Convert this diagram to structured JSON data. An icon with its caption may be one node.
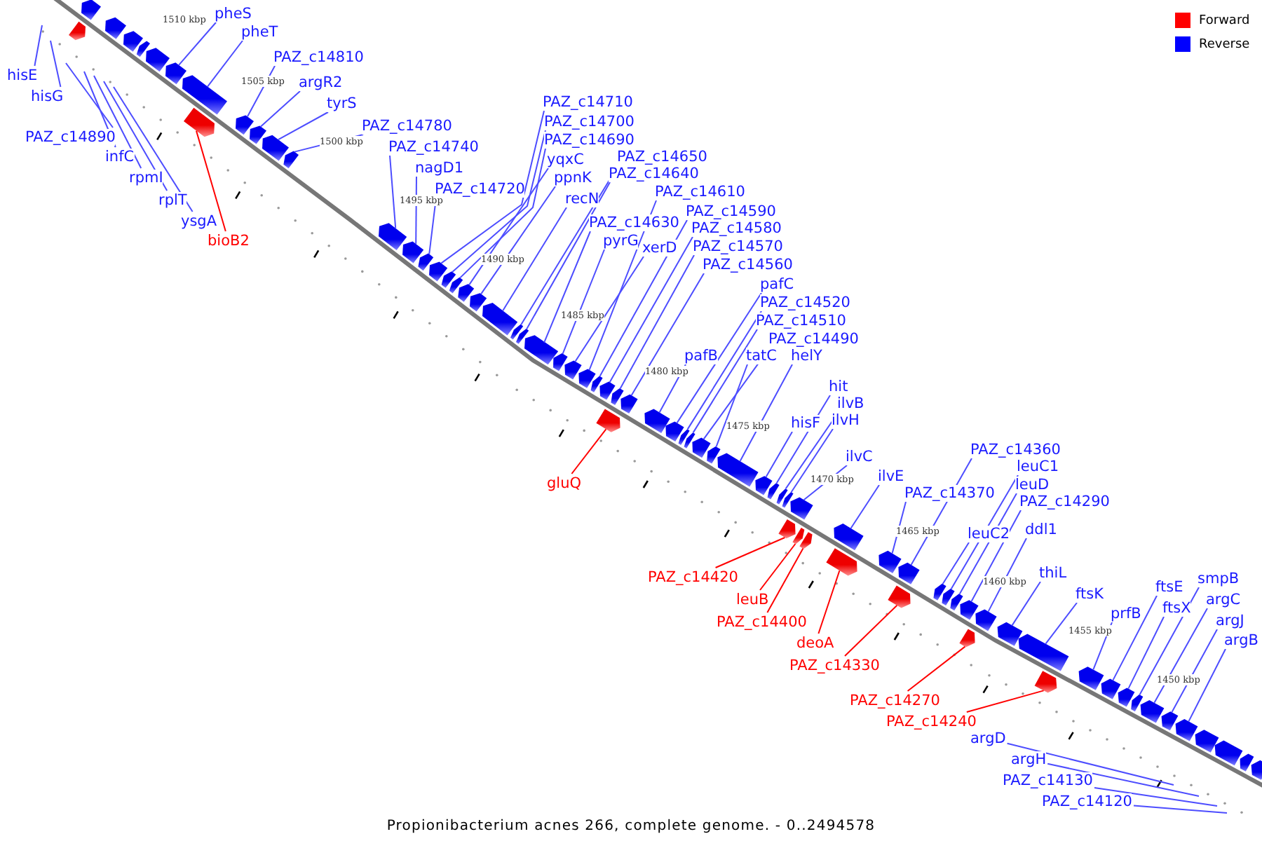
{
  "diagram": {
    "caption": "Propionibacterium acnes 266, complete genome. - 0..2494578",
    "nodes": [
      {
        "text": [
          "hisE"
        ]
      },
      {
        "text": [
          "hisG"
        ]
      },
      {
        "text": [
          "PAZ_c14890"
        ]
      },
      {
        "text": [
          "infC"
        ]
      },
      {
        "text": [
          "rpmI"
        ]
      },
      {
        "text": [
          "rplT"
        ]
      },
      {
        "text": [
          "ysgA"
        ]
      },
      {
        "text": [
          "pheS"
        ]
      },
      {
        "text": [
          "pheT"
        ]
      },
      {
        "text": [
          "bioB2"
        ]
      },
      {
        "text": [
          "PAZ_c14810"
        ]
      },
      {
        "text": [
          "argR2"
        ]
      },
      {
        "text": [
          "tyrS"
        ]
      },
      {
        "text": [
          "PAZ_c14780"
        ]
      },
      {
        "text": [
          "PAZ_c14740"
        ]
      },
      {
        "text": [
          "nagD1"
        ]
      },
      {
        "text": [
          "PAZ_c14720"
        ]
      },
      {
        "text": [
          "PAZ_c14710"
        ]
      },
      {
        "text": [
          "PAZ_c14700"
        ]
      },
      {
        "text": [
          "PAZ_c14690"
        ]
      },
      {
        "text": [
          "yqxC"
        ]
      },
      {
        "text": [
          "ppnK"
        ]
      },
      {
        "text": [
          "recN"
        ]
      },
      {
        "text": [
          "PAZ_c14650"
        ]
      },
      {
        "text": [
          "PAZ_c14640"
        ]
      },
      {
        "text": [
          "PAZ_c14630"
        ]
      },
      {
        "text": [
          "pyrG"
        ]
      },
      {
        "text": [
          "xerD"
        ]
      },
      {
        "text": [
          "PAZ_c14610"
        ]
      },
      {
        "text": [
          "PAZ_c14590"
        ]
      },
      {
        "text": [
          "PAZ_c14580"
        ]
      },
      {
        "text": [
          "PAZ_c14570"
        ]
      },
      {
        "text": [
          "PAZ_c14560"
        ]
      },
      {
        "text": [
          "gluQ"
        ]
      },
      {
        "text": [
          "pafB"
        ]
      },
      {
        "text": [
          "pafC"
        ]
      },
      {
        "text": [
          "PAZ_c14520"
        ]
      },
      {
        "text": [
          "PAZ_c14510"
        ]
      },
      {
        "text": [
          "PAZ_c14490"
        ]
      },
      {
        "text": [
          "tatC"
        ]
      },
      {
        "text": [
          "helY"
        ]
      },
      {
        "text": [
          "hisF"
        ]
      },
      {
        "text": [
          "hit"
        ]
      },
      {
        "text": [
          "ilvB"
        ]
      },
      {
        "text": [
          "ilvH"
        ]
      },
      {
        "text": [
          "ilvC"
        ]
      },
      {
        "text": [
          "ilvE"
        ]
      },
      {
        "text": [
          "PAZ_c14420"
        ]
      },
      {
        "text": [
          "leuB"
        ]
      },
      {
        "text": [
          "PAZ_c14400"
        ]
      },
      {
        "text": [
          "deoA"
        ]
      },
      {
        "text": [
          "PAZ_c14370"
        ]
      },
      {
        "text": [
          "PAZ_c14360"
        ]
      },
      {
        "text": [
          "PAZ_c14330"
        ]
      },
      {
        "text": [
          "leuC2"
        ]
      },
      {
        "text": [
          "leuC1"
        ]
      },
      {
        "text": [
          "leuD"
        ]
      },
      {
        "text": [
          "PAZ_c14290"
        ]
      },
      {
        "text": [
          "ddl1"
        ]
      },
      {
        "text": [
          "PAZ_c14270"
        ]
      },
      {
        "text": [
          "thiL"
        ]
      },
      {
        "text": [
          "ftsK"
        ]
      },
      {
        "text": [
          "PAZ_c14240"
        ]
      },
      {
        "text": [
          "prfB"
        ]
      },
      {
        "text": [
          "ftsE"
        ]
      },
      {
        "text": [
          "ftsX"
        ]
      },
      {
        "text": [
          "smpB"
        ]
      },
      {
        "text": [
          "argC"
        ]
      },
      {
        "text": [
          "argJ"
        ]
      },
      {
        "text": [
          "argB"
        ]
      },
      {
        "text": [
          "argD"
        ]
      },
      {
        "text": [
          "argH"
        ]
      },
      {
        "text": [
          "PAZ_c14130"
        ]
      },
      {
        "text": [
          "PAZ_c14120"
        ]
      },
      {
        "text": [],
        "shape": "arrow"
      },
      {
        "text": [],
        "shape": "arrow"
      },
      {
        "text": [],
        "shape": "arrow"
      },
      {
        "text": [],
        "shape": "arrow"
      },
      {
        "text": [],
        "shape": "arrow"
      },
      {
        "text": [],
        "shape": "arrow"
      },
      {
        "text": [],
        "shape": "arrow"
      },
      {
        "text": [],
        "shape": "arrow"
      },
      {
        "text": [],
        "shape": "arrow"
      },
      {
        "text": [],
        "shape": "arrow"
      },
      {
        "text": [],
        "shape": "arrow"
      },
      {
        "text": [],
        "shape": "arrow"
      },
      {
        "text": [],
        "shape": "arrow"
      },
      {
        "text": [],
        "shape": "arrow"
      },
      {
        "text": [],
        "shape": "arrow"
      },
      {
        "text": [],
        "shape": "arrow"
      },
      {
        "text": [],
        "shape": "arrow"
      },
      {
        "text": [],
        "shape": "arrow"
      },
      {
        "text": [],
        "shape": "arrow"
      },
      {
        "text": [],
        "shape": "arrow"
      },
      {
        "text": [],
        "shape": "arrow"
      },
      {
        "text": [],
        "shape": "arrow"
      },
      {
        "text": [],
        "shape": "arrow"
      },
      {
        "text": [],
        "shape": "arrow"
      },
      {
        "text": [],
        "shape": "arrow"
      },
      {
        "text": [],
        "shape": "arrow"
      },
      {
        "text": [],
        "shape": "arrow"
      },
      {
        "text": [],
        "shape": "arrow"
      },
      {
        "text": [],
        "shape": "arrow"
      },
      {
        "text": [],
        "shape": "arrow"
      },
      {
        "text": [],
        "shape": "arrow"
      },
      {
        "text": [],
        "shape": "arrow"
      },
      {
        "text": [],
        "shape": "arrow"
      },
      {
        "text": [],
        "shape": "arrow"
      },
      {
        "text": [],
        "shape": "arrow"
      },
      {
        "text": [],
        "shape": "arrow"
      },
      {
        "text": [],
        "shape": "arrow"
      },
      {
        "text": [],
        "shape": "arrow"
      },
      {
        "text": [],
        "shape": "arrow"
      },
      {
        "text": [],
        "shape": "arrow"
      },
      {
        "text": [],
        "shape": "arrow"
      },
      {
        "text": [],
        "shape": "arrow"
      },
      {
        "text": [],
        "shape": "arrow"
      },
      {
        "text": [],
        "shape": "arrow"
      },
      {
        "text": [],
        "shape": "arrow"
      },
      {
        "text": [],
        "shape": "arrow"
      },
      {
        "text": [],
        "shape": "arrow"
      },
      {
        "text": [],
        "shape": "arrow"
      },
      {
        "text": [],
        "shape": "arrow"
      },
      {
        "text": [],
        "shape": "arrow"
      },
      {
        "text": [],
        "shape": "arrow"
      },
      {
        "text": [],
        "shape": "arrow"
      },
      {
        "text": [],
        "shape": "arrow"
      },
      {
        "text": [],
        "shape": "arrow"
      },
      {
        "text": [],
        "shape": "arrow"
      },
      {
        "text": [],
        "shape": "arrow"
      },
      {
        "text": [],
        "shape": "arrow"
      },
      {
        "text": [],
        "shape": "arrow"
      },
      {
        "text": [],
        "shape": "arrow"
      },
      {
        "text": [],
        "shape": "arrow"
      },
      {
        "text": [],
        "shape": "arrow"
      },
      {
        "text": [],
        "shape": "arrow"
      },
      {
        "text": [],
        "shape": "arrow"
      },
      {
        "text": [],
        "shape": "arrow"
      },
      {
        "text": [],
        "shape": "arrow"
      },
      {
        "text": [],
        "shape": "arrow"
      },
      {
        "text": [],
        "shape": "arrow"
      },
      {
        "text": [],
        "shape": "arrow"
      },
      {
        "text": [],
        "shape": "arrow"
      },
      {
        "text": [],
        "shape": "arrow"
      },
      {
        "text": [],
        "shape": "arrow"
      },
      {
        "text": [],
        "shape": "arrow"
      },
      {
        "text": [],
        "shape": "arrow"
      }
    ],
    "edges": [
      {
        "from": 0,
        "to": null,
        "arrow": "none"
      },
      {
        "from": 1,
        "to": null,
        "arrow": "none"
      },
      {
        "from": 2,
        "to": null,
        "arrow": "none"
      },
      {
        "from": 3,
        "to": null,
        "arrow": "none"
      },
      {
        "from": 4,
        "to": null,
        "arrow": "none"
      },
      {
        "from": 5,
        "to": null,
        "arrow": "none"
      },
      {
        "from": 6,
        "to": null,
        "arrow": "none"
      },
      {
        "from": 7,
        "to": 80,
        "arrow": "none"
      },
      {
        "from": 8,
        "to": 81,
        "arrow": "none"
      },
      {
        "from": 9,
        "to": 82,
        "arrow": "none",
        "color": "#ff0000"
      },
      {
        "from": 10,
        "to": 83,
        "arrow": "none"
      },
      {
        "from": 11,
        "to": 84,
        "arrow": "none"
      },
      {
        "from": 12,
        "to": 85,
        "arrow": "none"
      },
      {
        "from": 13,
        "to": 86,
        "arrow": "none"
      },
      {
        "from": 14,
        "to": 87,
        "arrow": "none"
      },
      {
        "from": 15,
        "to": 88,
        "arrow": "none"
      },
      {
        "from": 16,
        "to": 89,
        "arrow": "none"
      },
      {
        "from": 17,
        "to": 90,
        "arrow": "none"
      },
      {
        "from": 18,
        "to": 91,
        "arrow": "none"
      },
      {
        "from": 19,
        "to": 92,
        "arrow": "none"
      },
      {
        "from": 20,
        "to": 93,
        "arrow": "none"
      },
      {
        "from": 21,
        "to": 94,
        "arrow": "none"
      },
      {
        "from": 22,
        "to": 95,
        "arrow": "none"
      },
      {
        "from": 23,
        "to": 96,
        "arrow": "none"
      },
      {
        "from": 24,
        "to": 97,
        "arrow": "none"
      },
      {
        "from": 25,
        "to": 98,
        "arrow": "none"
      },
      {
        "from": 26,
        "to": 99,
        "arrow": "none"
      },
      {
        "from": 27,
        "to": 100,
        "arrow": "none"
      },
      {
        "from": 28,
        "to": 101,
        "arrow": "none"
      },
      {
        "from": 29,
        "to": 102,
        "arrow": "none"
      },
      {
        "from": 30,
        "to": 103,
        "arrow": "none"
      },
      {
        "from": 31,
        "to": 104,
        "arrow": "none"
      },
      {
        "from": 32,
        "to": 106,
        "arrow": "none"
      },
      {
        "from": 33,
        "to": 105,
        "arrow": "none",
        "color": "#ff0000"
      },
      {
        "from": 34,
        "to": 107,
        "arrow": "none"
      },
      {
        "from": 35,
        "to": 108,
        "arrow": "none"
      },
      {
        "from": 36,
        "to": 109,
        "arrow": "none"
      },
      {
        "from": 37,
        "to": 110,
        "arrow": "none"
      },
      {
        "from": 38,
        "to": 111,
        "arrow": "none"
      },
      {
        "from": 39,
        "to": 112,
        "arrow": "none"
      },
      {
        "from": 40,
        "to": 113,
        "arrow": "none"
      },
      {
        "from": 41,
        "to": 114,
        "arrow": "none"
      },
      {
        "from": 42,
        "to": 115,
        "arrow": "none"
      },
      {
        "from": 43,
        "to": 116,
        "arrow": "none"
      },
      {
        "from": 44,
        "to": 117,
        "arrow": "none"
      },
      {
        "from": 45,
        "to": 118,
        "arrow": "none"
      },
      {
        "from": 46,
        "to": 122,
        "arrow": "none"
      },
      {
        "from": 47,
        "to": 119,
        "arrow": "none",
        "color": "#ff0000"
      },
      {
        "from": 48,
        "to": 120,
        "arrow": "none",
        "color": "#ff0000"
      },
      {
        "from": 49,
        "to": 121,
        "arrow": "none",
        "color": "#ff0000"
      },
      {
        "from": 50,
        "to": 123,
        "arrow": "none",
        "color": "#ff0000"
      },
      {
        "from": 51,
        "to": 124,
        "arrow": "none"
      },
      {
        "from": 52,
        "to": 125,
        "arrow": "none"
      },
      {
        "from": 53,
        "to": 126,
        "arrow": "none",
        "color": "#ff0000"
      },
      {
        "from": 54,
        "to": 127,
        "arrow": "none"
      },
      {
        "from": 55,
        "to": 128,
        "arrow": "none"
      },
      {
        "from": 56,
        "to": 129,
        "arrow": "none"
      },
      {
        "from": 57,
        "to": 130,
        "arrow": "none"
      },
      {
        "from": 58,
        "to": 131,
        "arrow": "none"
      },
      {
        "from": 59,
        "to": 132,
        "arrow": "none",
        "color": "#ff0000"
      },
      {
        "from": 60,
        "to": 133,
        "arrow": "none"
      },
      {
        "from": 61,
        "to": 134,
        "arrow": "none"
      },
      {
        "from": 62,
        "to": 135,
        "arrow": "none",
        "color": "#ff0000"
      },
      {
        "from": 63,
        "to": 136,
        "arrow": "none"
      },
      {
        "from": 64,
        "to": 137,
        "arrow": "none"
      },
      {
        "from": 65,
        "to": 138,
        "arrow": "none"
      },
      {
        "from": 66,
        "to": 139,
        "arrow": "none"
      },
      {
        "from": 67,
        "to": 140,
        "arrow": "none"
      },
      {
        "from": 68,
        "to": 141,
        "arrow": "none"
      },
      {
        "from": 69,
        "to": 142,
        "arrow": "none"
      },
      {
        "from": 70,
        "to": null,
        "arrow": "none"
      },
      {
        "from": 71,
        "to": null,
        "arrow": "none"
      },
      {
        "from": 72,
        "to": null,
        "arrow": "none"
      },
      {
        "from": 73,
        "to": null,
        "arrow": "none"
      }
    ],
    "labels": [
      "1510 kbp",
      "1505 kbp",
      "1500 kbp",
      "1495 kbp",
      "1490 kbp",
      "1485 kbp",
      "1480 kbp",
      "1475 kbp",
      "1470 kbp",
      "1465 kbp",
      "1460 kbp",
      "1455 kbp",
      "1450 kbp"
    ],
    "legend": [
      {
        "text": "Forward",
        "color": "#ff0000"
      },
      {
        "text": "Reverse",
        "color": "#0000ff"
      }
    ]
  }
}
